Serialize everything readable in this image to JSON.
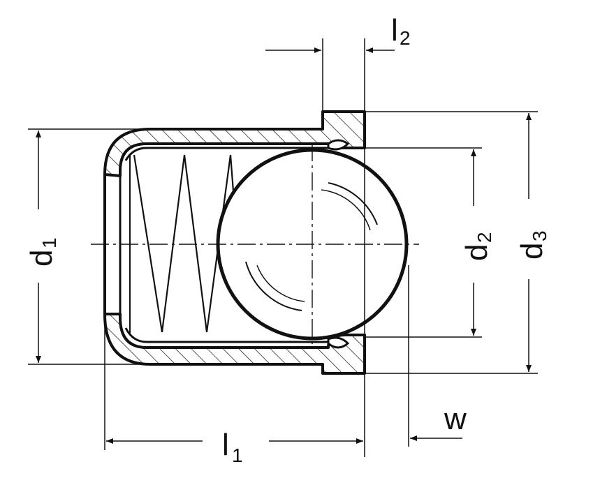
{
  "labels": {
    "l1": {
      "main": "l",
      "sub": "1"
    },
    "l2": {
      "main": "l",
      "sub": "2"
    },
    "d1": {
      "main": "d",
      "sub": "1"
    },
    "d2": {
      "main": "d",
      "sub": "2"
    },
    "d3": {
      "main": "d",
      "sub": "3"
    },
    "w": {
      "main": "w"
    }
  },
  "colors": {
    "line": "#111111",
    "background": "#ffffff"
  }
}
